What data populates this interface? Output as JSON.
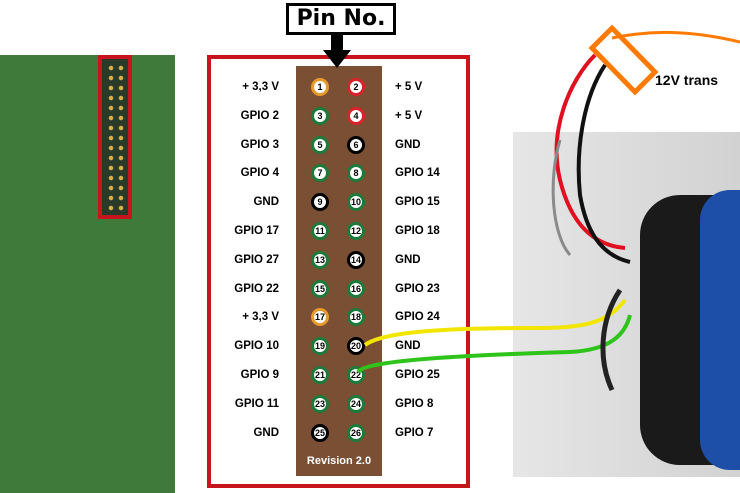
{
  "header": {
    "pin_title": "Pin No."
  },
  "diagram": {
    "revision": "Revision 2.0",
    "rows": [
      {
        "left_label": "+ 3,3 V",
        "left_pin": "1",
        "left_type": "p33",
        "right_pin": "2",
        "right_type": "p5",
        "right_label": "+ 5 V"
      },
      {
        "left_label": "GPIO 2",
        "left_pin": "3",
        "left_type": "gpio",
        "right_pin": "4",
        "right_type": "p5",
        "right_label": "+ 5 V"
      },
      {
        "left_label": "GPIO 3",
        "left_pin": "5",
        "left_type": "gpio",
        "right_pin": "6",
        "right_type": "gnd",
        "right_label": "GND"
      },
      {
        "left_label": "GPIO 4",
        "left_pin": "7",
        "left_type": "gpio",
        "right_pin": "8",
        "right_type": "gpio",
        "right_label": "GPIO 14"
      },
      {
        "left_label": "GND",
        "left_pin": "9",
        "left_type": "gnd",
        "right_pin": "10",
        "right_type": "gpio",
        "right_label": "GPIO 15"
      },
      {
        "left_label": "GPIO 17",
        "left_pin": "11",
        "left_type": "gpio",
        "right_pin": "12",
        "right_type": "gpio",
        "right_label": "GPIO 18"
      },
      {
        "left_label": "GPIO 27",
        "left_pin": "13",
        "left_type": "gpio",
        "right_pin": "14",
        "right_type": "gnd",
        "right_label": "GND"
      },
      {
        "left_label": "GPIO 22",
        "left_pin": "15",
        "left_type": "gpio",
        "right_pin": "16",
        "right_type": "gpio",
        "right_label": "GPIO 23"
      },
      {
        "left_label": "+ 3,3 V",
        "left_pin": "17",
        "left_type": "p33",
        "right_pin": "18",
        "right_type": "gpio",
        "right_label": "GPIO 24"
      },
      {
        "left_label": "GPIO 10",
        "left_pin": "19",
        "left_type": "gpio",
        "right_pin": "20",
        "right_type": "gnd",
        "right_label": "GND"
      },
      {
        "left_label": "GPIO 9",
        "left_pin": "21",
        "left_type": "gpio",
        "right_pin": "22",
        "right_type": "gpio",
        "right_label": "GPIO 25"
      },
      {
        "left_label": "GPIO 11",
        "left_pin": "23",
        "left_type": "gpio",
        "right_pin": "24",
        "right_type": "gpio",
        "right_label": "GPIO 8"
      },
      {
        "left_label": "GND",
        "left_pin": "25",
        "left_type": "gnd",
        "right_pin": "26",
        "right_type": "gpio",
        "right_label": "GPIO 7"
      }
    ]
  },
  "photo": {
    "transformer_label": "12V trans"
  },
  "colors": {
    "frame_red": "#c8141c",
    "strip_brown": "#7a4f33",
    "pin_gpio": "#1d7a3a",
    "pin_3v3": "#e69a2c",
    "pin_5v": "#d8232a",
    "pin_gnd": "#000000",
    "wire_yellow": "#f2e600",
    "wire_green": "#2fc41a",
    "transformer_orange": "#ff7a00",
    "board_green": "#3f7a3a"
  }
}
